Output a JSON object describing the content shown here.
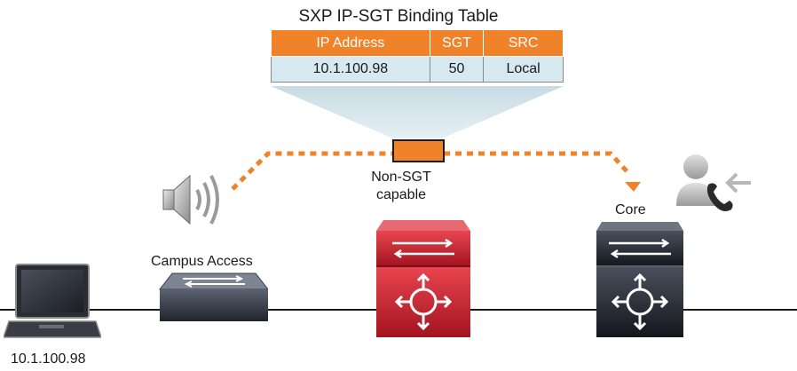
{
  "table": {
    "title": "SXP IP-SGT Binding Table",
    "headers": [
      "IP Address",
      "SGT",
      "SRC"
    ],
    "rows": [
      [
        "10.1.100.98",
        "50",
        "Local"
      ]
    ]
  },
  "labels": {
    "non_sgt_line1": "Non-SGT",
    "non_sgt_line2": "capable",
    "campus_access": "Campus Access",
    "core": "Core",
    "endpoint_ip": "10.1.100.98"
  },
  "colors": {
    "orange": "#f0832a",
    "table_row": "#d6e8f0",
    "red_switch": "#c8202f",
    "dark_switch": "#2b2f38",
    "callout": "#cfe0e8"
  },
  "icons": [
    "laptop-icon",
    "access-switch-icon",
    "speaker-icon",
    "distribution-switch-icon",
    "core-switch-icon",
    "user-phone-icon"
  ]
}
